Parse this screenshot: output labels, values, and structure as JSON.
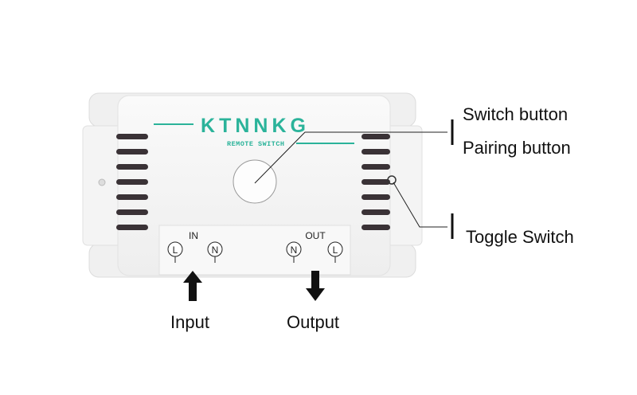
{
  "device": {
    "brand": "KTNNKG",
    "subtitle": "REMOTE SWITCH",
    "brand_color": "#2bb39a",
    "in_label": "IN",
    "out_label": "OUT",
    "terminals": [
      "L",
      "N",
      "N",
      "L"
    ]
  },
  "callouts": {
    "switch_button": "Switch button",
    "pairing_button": "Pairing button",
    "toggle_switch": "Toggle Switch"
  },
  "arrows": {
    "input": "Input",
    "output": "Output"
  }
}
